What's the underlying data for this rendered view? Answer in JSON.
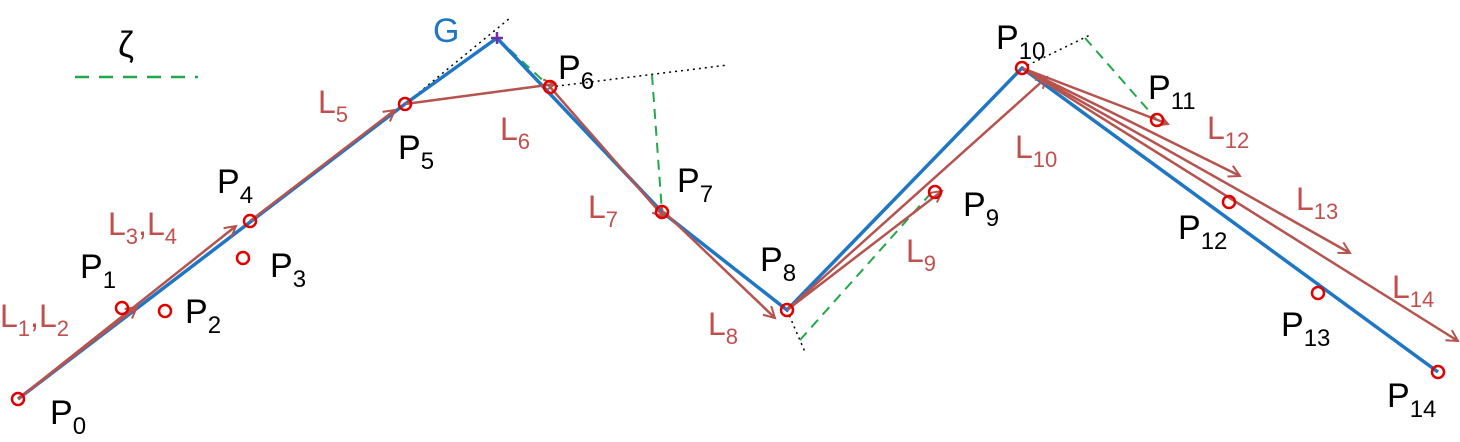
{
  "colors": {
    "polyline": "#1f77c4",
    "arrows": "#b5534f",
    "points": "#e00000",
    "dashed": "#22a84a",
    "dotted": "#000000",
    "g_marker": "#7030a0"
  },
  "legend": {
    "symbol": "ζ"
  },
  "g_label": "G",
  "points": [
    {
      "base": "P",
      "sub": "0"
    },
    {
      "base": "P",
      "sub": "1"
    },
    {
      "base": "P",
      "sub": "2"
    },
    {
      "base": "P",
      "sub": "3"
    },
    {
      "base": "P",
      "sub": "4"
    },
    {
      "base": "P",
      "sub": "5"
    },
    {
      "base": "P",
      "sub": "6"
    },
    {
      "base": "P",
      "sub": "7"
    },
    {
      "base": "P",
      "sub": "8"
    },
    {
      "base": "P",
      "sub": "9"
    },
    {
      "base": "P",
      "sub": "10"
    },
    {
      "base": "P",
      "sub": "11"
    },
    {
      "base": "P",
      "sub": "12"
    },
    {
      "base": "P",
      "sub": "13"
    },
    {
      "base": "P",
      "sub": "14"
    }
  ],
  "segment_labels": [
    {
      "parts": [
        {
          "base": "L",
          "sub": "1"
        },
        {
          "base": ",L",
          "sub": "2"
        }
      ]
    },
    {
      "parts": [
        {
          "base": "L",
          "sub": "3"
        },
        {
          "base": ",L",
          "sub": "4"
        }
      ]
    },
    {
      "parts": [
        {
          "base": "L",
          "sub": "5"
        }
      ]
    },
    {
      "parts": [
        {
          "base": "L",
          "sub": "6"
        }
      ]
    },
    {
      "parts": [
        {
          "base": "L",
          "sub": "7"
        }
      ]
    },
    {
      "parts": [
        {
          "base": "L",
          "sub": "8"
        }
      ]
    },
    {
      "parts": [
        {
          "base": "L",
          "sub": "9"
        }
      ]
    },
    {
      "parts": [
        {
          "base": "L",
          "sub": "10"
        }
      ]
    },
    {
      "parts": [
        {
          "base": "L",
          "sub": "12"
        }
      ]
    },
    {
      "parts": [
        {
          "base": "L",
          "sub": "13"
        }
      ]
    },
    {
      "parts": [
        {
          "base": "L",
          "sub": "14"
        }
      ]
    }
  ]
}
